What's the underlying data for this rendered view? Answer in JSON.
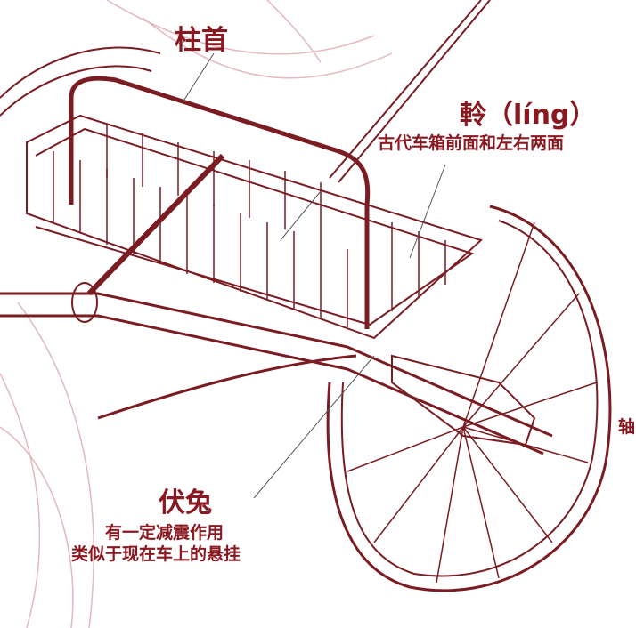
{
  "labels": {
    "zhushou": "柱首",
    "ling_title": "軨（líng）",
    "ling_desc": "古代车箱前面和左右两面",
    "zhou": "轴",
    "futu_title": "伏兔",
    "futu_desc1": "有一定减震作用",
    "futu_desc2": "类似于现在车上的悬挂"
  },
  "colors": {
    "ink": "#7a1c22",
    "label": "#8a1820",
    "faint": "#e4b8bc"
  }
}
